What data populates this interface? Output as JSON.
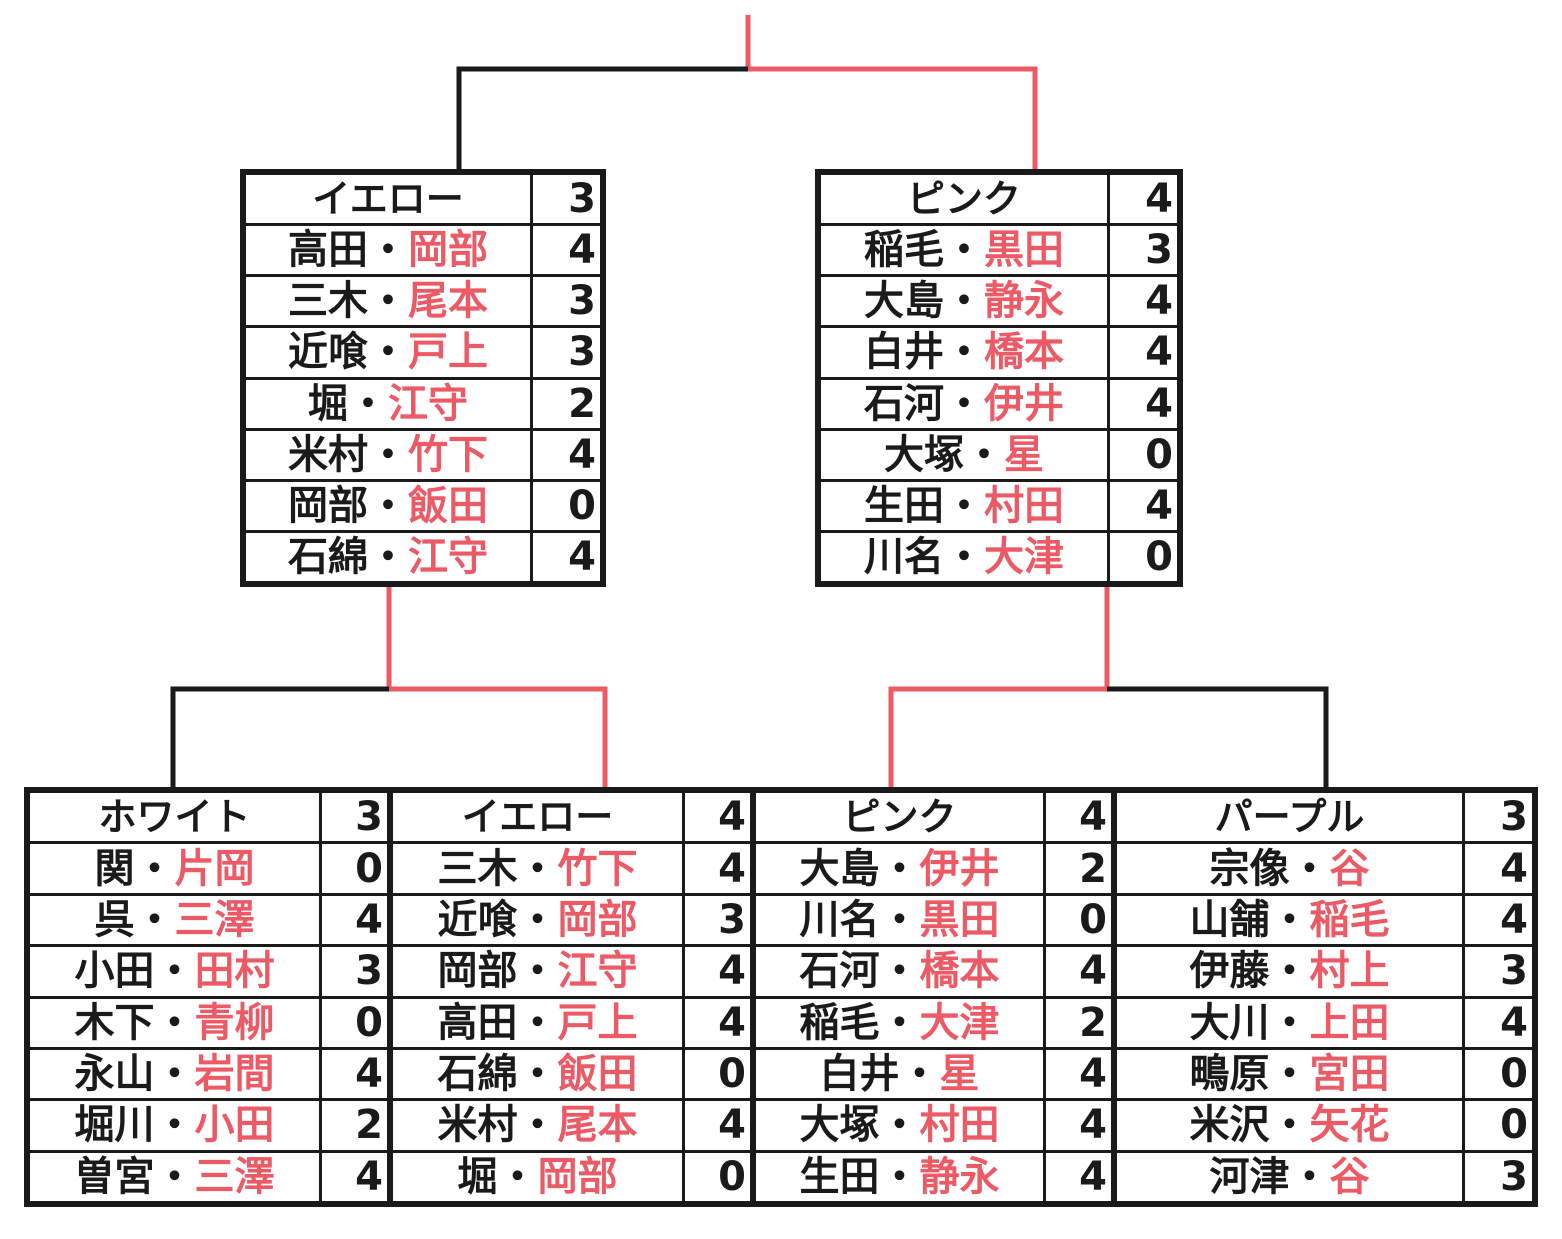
{
  "colors": {
    "line_black": "#1a1a1a",
    "line_red": "#ec5a66",
    "win_text": "#ec5a66"
  },
  "final": {
    "yellow": {
      "header": {
        "name": "イエロー",
        "score": "3"
      },
      "rows": [
        {
          "left": "高田",
          "right": "岡部",
          "score": "4",
          "win": true
        },
        {
          "left": "三木",
          "right": "尾本",
          "score": "3",
          "win": false
        },
        {
          "left": "近喰",
          "right": "戸上",
          "score": "3",
          "win": false
        },
        {
          "left": "堀",
          "right": "江守",
          "score": "2",
          "win": false
        },
        {
          "left": "米村",
          "right": "竹下",
          "score": "4",
          "win": true
        },
        {
          "left": "岡部",
          "right": "飯田",
          "score": "0",
          "win": false
        },
        {
          "left": "石綿",
          "right": "江守",
          "score": "4",
          "win": true
        }
      ]
    },
    "pink": {
      "header": {
        "name": "ピンク",
        "score": "4"
      },
      "rows": [
        {
          "left": "稲毛",
          "right": "黒田",
          "score": "3",
          "win": false
        },
        {
          "left": "大島",
          "right": "静永",
          "score": "4",
          "win": true
        },
        {
          "left": "白井",
          "right": "橋本",
          "score": "4",
          "win": true
        },
        {
          "left": "石河",
          "right": "伊井",
          "score": "4",
          "win": true
        },
        {
          "left": "大塚",
          "right": "星",
          "score": "0",
          "win": false
        },
        {
          "left": "生田",
          "right": "村田",
          "score": "4",
          "win": true
        },
        {
          "left": "川名",
          "right": "大津",
          "score": "0",
          "win": false
        }
      ]
    }
  },
  "semis": {
    "white": {
      "header": {
        "name": "ホワイト",
        "score": "3"
      },
      "rows": [
        {
          "left": "関",
          "right": "片岡",
          "score": "0",
          "win": false
        },
        {
          "left": "呉",
          "right": "三澤",
          "score": "4",
          "win": true
        },
        {
          "left": "小田",
          "right": "田村",
          "score": "3",
          "win": false
        },
        {
          "left": "木下",
          "right": "青柳",
          "score": "0",
          "win": false
        },
        {
          "left": "永山",
          "right": "岩間",
          "score": "4",
          "win": true
        },
        {
          "left": "堀川",
          "right": "小田",
          "score": "2",
          "win": false
        },
        {
          "left": "曽宮",
          "right": "三澤",
          "score": "4",
          "win": true
        }
      ]
    },
    "yellow": {
      "header": {
        "name": "イエロー",
        "score": "4"
      },
      "rows": [
        {
          "left": "三木",
          "right": "竹下",
          "score": "4",
          "win": true
        },
        {
          "left": "近喰",
          "right": "岡部",
          "score": "3",
          "win": false
        },
        {
          "left": "岡部",
          "right": "江守",
          "score": "4",
          "win": true
        },
        {
          "left": "高田",
          "right": "戸上",
          "score": "4",
          "win": true
        },
        {
          "left": "石綿",
          "right": "飯田",
          "score": "0",
          "win": false
        },
        {
          "left": "米村",
          "right": "尾本",
          "score": "4",
          "win": true
        },
        {
          "left": "堀",
          "right": "岡部",
          "score": "0",
          "win": false
        }
      ]
    },
    "pink": {
      "header": {
        "name": "ピンク",
        "score": "4"
      },
      "rows": [
        {
          "left": "大島",
          "right": "伊井",
          "score": "2",
          "win": false
        },
        {
          "left": "川名",
          "right": "黒田",
          "score": "0",
          "win": false
        },
        {
          "left": "石河",
          "right": "橋本",
          "score": "4",
          "win": true
        },
        {
          "left": "稲毛",
          "right": "大津",
          "score": "2",
          "win": false
        },
        {
          "left": "白井",
          "right": "星",
          "score": "4",
          "win": true
        },
        {
          "left": "大塚",
          "right": "村田",
          "score": "4",
          "win": true
        },
        {
          "left": "生田",
          "right": "静永",
          "score": "4",
          "win": true
        }
      ]
    },
    "purple": {
      "header": {
        "name": "パープル",
        "score": "3"
      },
      "rows": [
        {
          "left": "宗像",
          "right": "谷",
          "score": "4",
          "win": true
        },
        {
          "left": "山舗",
          "right": "稲毛",
          "score": "4",
          "win": true
        },
        {
          "left": "伊藤",
          "right": "村上",
          "score": "3",
          "win": false
        },
        {
          "left": "大川",
          "right": "上田",
          "score": "4",
          "win": true
        },
        {
          "left": "鴫原",
          "right": "宮田",
          "score": "0",
          "win": false
        },
        {
          "left": "米沢",
          "right": "矢花",
          "score": "0",
          "win": false
        },
        {
          "left": "河津",
          "right": "谷",
          "score": "3",
          "win": false
        }
      ]
    }
  }
}
